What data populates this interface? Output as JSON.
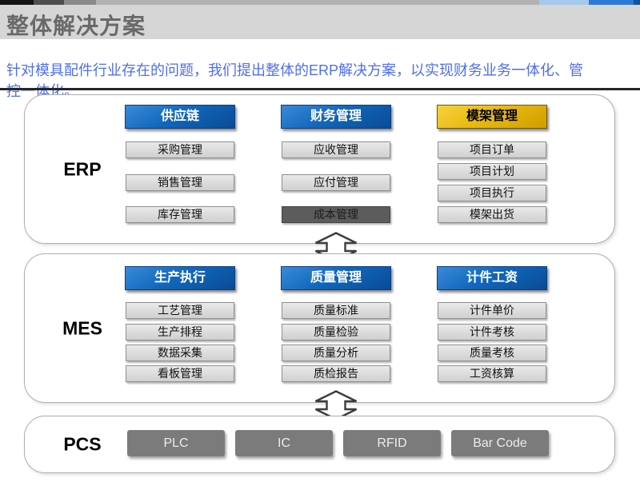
{
  "slide": {
    "title": "整体解决方案",
    "subtitle": "针对模具配件行业存在的问题，我们提出整体的ERP解决方案，以实现财务业务一体化、管控一体化。"
  },
  "colors": {
    "header_blue": "#0d5cab",
    "header_gold": "#e0ad08",
    "item_gray": "#d9d9d9",
    "item_dark": "#5c5c5c",
    "pcs_button_gray": "#7b7b7b",
    "subtitle_blue": "#4e6ef2",
    "title_gray": "#696969"
  },
  "layers": [
    {
      "label": "ERP",
      "columns": [
        {
          "header": "供应链",
          "items": [
            "采购管理",
            "销售管理",
            "库存管理"
          ]
        },
        {
          "header": "财务管理",
          "items": [
            "应收管理",
            "应付管理",
            "成本管理"
          ]
        },
        {
          "header": "模架管理",
          "items": [
            "项目订单",
            "项目计划",
            "项目执行",
            "模架出货"
          ]
        }
      ]
    },
    {
      "label": "MES",
      "columns": [
        {
          "header": "生产执行",
          "items": [
            "工艺管理",
            "生产排程",
            "数据采集",
            "看板管理"
          ]
        },
        {
          "header": "质量管理",
          "items": [
            "质量标准",
            "质量检验",
            "质量分析",
            "质检报告"
          ]
        },
        {
          "header": "计件工资",
          "items": [
            "计件单价",
            "计件考核",
            "质量考核",
            "工资核算"
          ]
        }
      ]
    },
    {
      "label": "PCS",
      "buttons": [
        "PLC",
        "IC",
        "RFID",
        "Bar Code"
      ]
    }
  ]
}
